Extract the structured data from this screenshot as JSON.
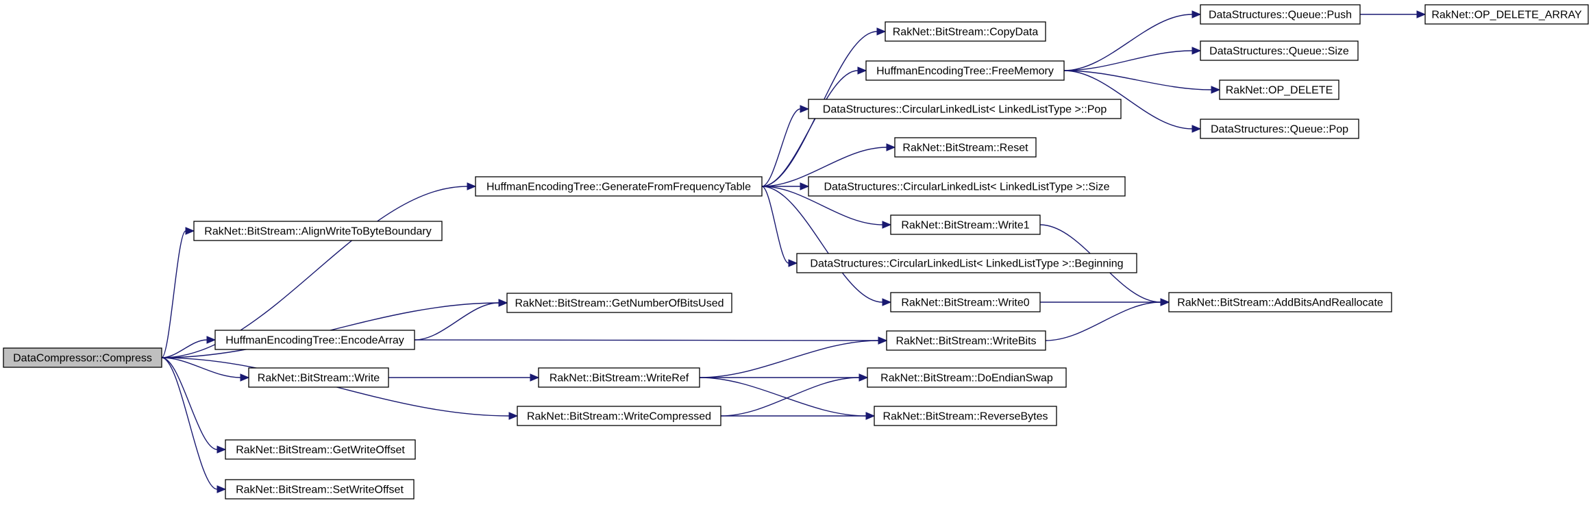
{
  "diagram": {
    "root": "DataCompressor::Compress",
    "nodes": [
      {
        "id": "compress",
        "label": "DataCompressor::Compress",
        "highlight": true
      },
      {
        "id": "align",
        "label": "RakNet::BitStream::AlignWriteToByteBoundary"
      },
      {
        "id": "genfreq",
        "label": "HuffmanEncodingTree::GenerateFromFrequencyTable"
      },
      {
        "id": "numbits",
        "label": "RakNet::BitStream::GetNumberOfBitsUsed"
      },
      {
        "id": "encode",
        "label": "HuffmanEncodingTree::EncodeArray"
      },
      {
        "id": "write",
        "label": "RakNet::BitStream::Write"
      },
      {
        "id": "writecomp",
        "label": "RakNet::BitStream::WriteCompressed"
      },
      {
        "id": "getoff",
        "label": "RakNet::BitStream::GetWriteOffset"
      },
      {
        "id": "setoff",
        "label": "RakNet::BitStream::SetWriteOffset"
      },
      {
        "id": "copydata",
        "label": "RakNet::BitStream::CopyData"
      },
      {
        "id": "freemem",
        "label": "HuffmanEncodingTree::FreeMemory"
      },
      {
        "id": "cllpop",
        "label": "DataStructures::CircularLinkedList< LinkedListType >::Pop"
      },
      {
        "id": "reset",
        "label": "RakNet::BitStream::Reset"
      },
      {
        "id": "cllsize",
        "label": "DataStructures::CircularLinkedList< LinkedListType >::Size"
      },
      {
        "id": "write1",
        "label": "RakNet::BitStream::Write1"
      },
      {
        "id": "cllbegin",
        "label": "DataStructures::CircularLinkedList< LinkedListType >::Beginning"
      },
      {
        "id": "write0",
        "label": "RakNet::BitStream::Write0"
      },
      {
        "id": "writebits",
        "label": "RakNet::BitStream::WriteBits"
      },
      {
        "id": "writeref",
        "label": "RakNet::BitStream::WriteRef"
      },
      {
        "id": "endian",
        "label": "RakNet::BitStream::DoEndianSwap"
      },
      {
        "id": "revbytes",
        "label": "RakNet::BitStream::ReverseBytes"
      },
      {
        "id": "qpush",
        "label": "DataStructures::Queue::Push"
      },
      {
        "id": "qsize",
        "label": "DataStructures::Queue::Size"
      },
      {
        "id": "opdel",
        "label": "RakNet::OP_DELETE"
      },
      {
        "id": "qpop",
        "label": "DataStructures::Queue::Pop"
      },
      {
        "id": "opdelarr",
        "label": "RakNet::OP_DELETE_ARRAY"
      },
      {
        "id": "addbits",
        "label": "RakNet::BitStream::AddBitsAndReallocate"
      }
    ],
    "edges": [
      {
        "from": "compress",
        "to": "align"
      },
      {
        "from": "compress",
        "to": "genfreq"
      },
      {
        "from": "compress",
        "to": "numbits"
      },
      {
        "from": "compress",
        "to": "encode"
      },
      {
        "from": "compress",
        "to": "write"
      },
      {
        "from": "compress",
        "to": "writecomp"
      },
      {
        "from": "compress",
        "to": "getoff"
      },
      {
        "from": "compress",
        "to": "setoff"
      },
      {
        "from": "genfreq",
        "to": "copydata"
      },
      {
        "from": "genfreq",
        "to": "freemem"
      },
      {
        "from": "genfreq",
        "to": "cllpop"
      },
      {
        "from": "genfreq",
        "to": "reset"
      },
      {
        "from": "genfreq",
        "to": "cllsize"
      },
      {
        "from": "genfreq",
        "to": "write1"
      },
      {
        "from": "genfreq",
        "to": "cllbegin"
      },
      {
        "from": "genfreq",
        "to": "write0"
      },
      {
        "from": "freemem",
        "to": "qpush"
      },
      {
        "from": "freemem",
        "to": "qsize"
      },
      {
        "from": "freemem",
        "to": "opdel"
      },
      {
        "from": "freemem",
        "to": "qpop"
      },
      {
        "from": "qpush",
        "to": "opdelarr"
      },
      {
        "from": "write1",
        "to": "addbits"
      },
      {
        "from": "write0",
        "to": "addbits"
      },
      {
        "from": "writebits",
        "to": "addbits"
      },
      {
        "from": "encode",
        "to": "numbits"
      },
      {
        "from": "encode",
        "to": "writebits"
      },
      {
        "from": "write",
        "to": "writeref"
      },
      {
        "from": "writeref",
        "to": "writebits"
      },
      {
        "from": "writeref",
        "to": "endian"
      },
      {
        "from": "writeref",
        "to": "revbytes"
      },
      {
        "from": "writecomp",
        "to": "endian"
      },
      {
        "from": "writecomp",
        "to": "revbytes"
      }
    ],
    "colors": {
      "edge": "#191970",
      "root_fill": "#bfbfbf",
      "node_fill": "#ffffff",
      "border": "#000000"
    }
  }
}
